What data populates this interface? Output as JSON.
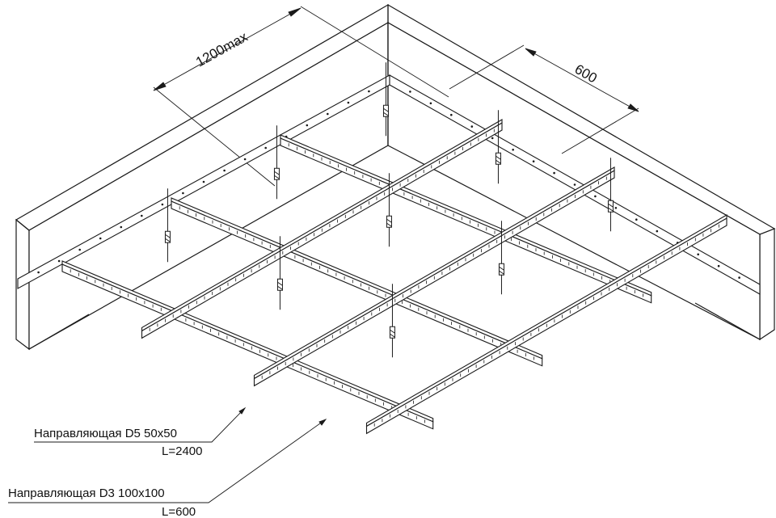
{
  "dimensions": {
    "span_long": "1200max",
    "span_short": "600"
  },
  "callouts": [
    {
      "name": "Направляющая D5 50x50",
      "length": "L=2400"
    },
    {
      "name": "Направляющая D3 100x100",
      "length": "L=600"
    }
  ],
  "colors": {
    "line": "#1a1a1a",
    "background": "#ffffff"
  }
}
